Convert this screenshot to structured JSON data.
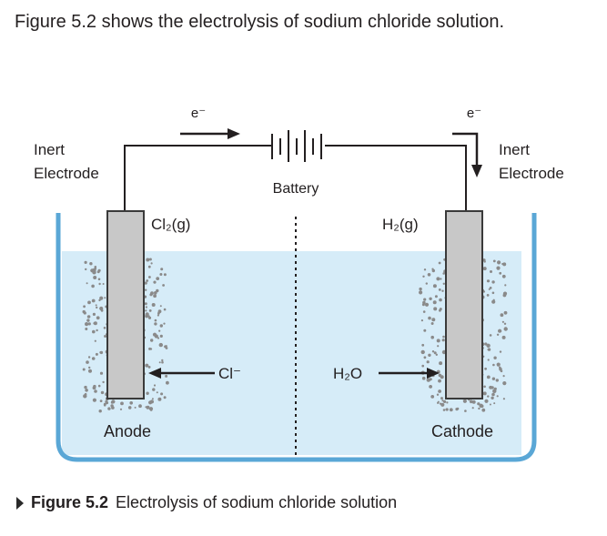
{
  "intro_text": "Figure 5.2 shows the electrolysis of sodium chloride solution.",
  "diagram": {
    "electron_left": "e⁻",
    "electron_right": "e⁻",
    "battery_label": "Battery",
    "left_electrode_line1": "Inert",
    "left_electrode_line2": "Electrode",
    "right_electrode_line1": "Inert",
    "right_electrode_line2": "Electrode",
    "left_gas": "Cl₂(g)",
    "right_gas": "H₂(g)",
    "left_ion": "Cl⁻",
    "right_ion": "H₂O",
    "anode_label": "Anode",
    "cathode_label": "Cathode"
  },
  "caption": {
    "figure_number": "Figure 5.2",
    "text": "Electrolysis of sodium chloride solution"
  },
  "colors": {
    "solution": "#d6ecf8",
    "container": "#5aa7d6",
    "electrode_fill": "#c8c8c8",
    "electrode_stroke": "#3a3a3a"
  }
}
